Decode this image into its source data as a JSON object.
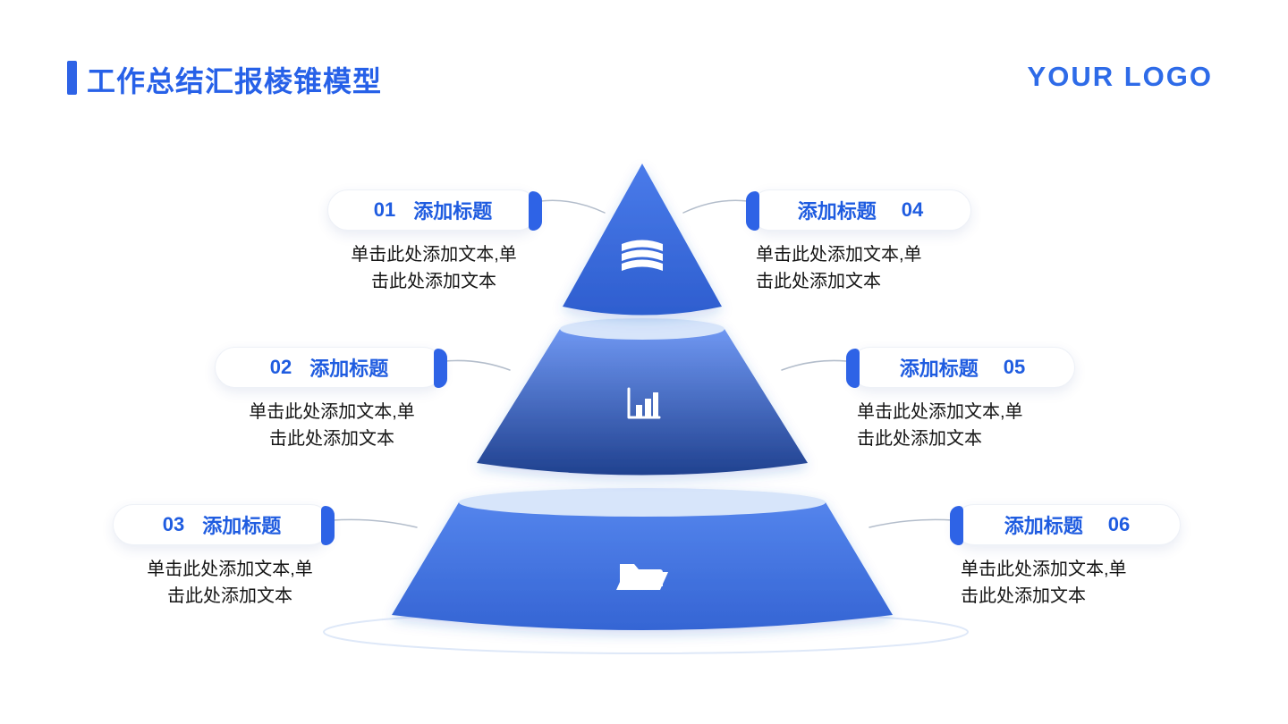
{
  "header": {
    "title": "工作总结汇报棱锥模型",
    "logo": "YOUR LOGO",
    "accent_color": "#2E63E6"
  },
  "callouts": {
    "c1": {
      "num": "01",
      "label": "添加标题",
      "body": "单击此处添加文本,单击此处添加文本"
    },
    "c2": {
      "num": "02",
      "label": "添加标题",
      "body": "单击此处添加文本,单击此处添加文本"
    },
    "c3": {
      "num": "03",
      "label": "添加标题",
      "body": "单击此处添加文本,单击此处添加文本"
    },
    "c4": {
      "num": "04",
      "label": "添加标题",
      "body": "单击此处添加文本,单击此处添加文本"
    },
    "c5": {
      "num": "05",
      "label": "添加标题",
      "body": "单击此处添加文本,单击此处添加文本"
    },
    "c6": {
      "num": "06",
      "label": "添加标题",
      "body": "单击此处添加文本,单击此处添加文本"
    }
  },
  "pyramid": {
    "tier_colors": {
      "top": [
        "#4A7BEA",
        "#2E5ECF"
      ],
      "middle": [
        "#6F97F2",
        "#20418F"
      ],
      "bottom": [
        "#5484EC",
        "#3565D4"
      ],
      "cut_surface": "#D7E5FA"
    },
    "tiers": [
      {
        "icon": "books-icon"
      },
      {
        "icon": "bar-chart-icon"
      },
      {
        "icon": "folder-icon"
      }
    ]
  }
}
